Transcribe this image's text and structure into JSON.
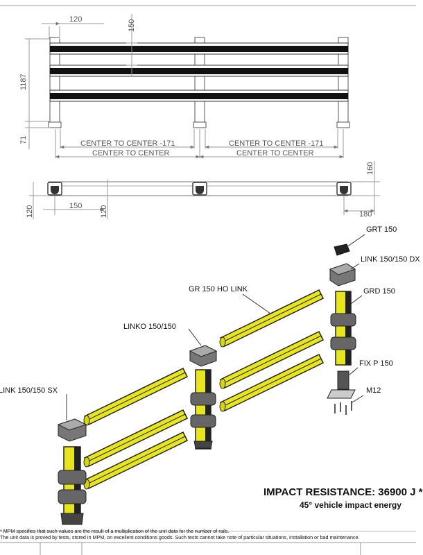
{
  "dimensions": {
    "end_offset": "120",
    "rail_spacing": "150",
    "height": "1187",
    "base_height": "71",
    "center_minus_left": "CENTER TO CENTER -171",
    "center_left": "CENTER TO CENTER",
    "center_minus_right": "CENTER TO CENTER -171",
    "center_right": "CENTER TO CENTER",
    "plan_depth": "160",
    "plan_left": "120",
    "plan_step": "150",
    "plan_mid": "120",
    "plan_right": "180"
  },
  "parts": {
    "grt": "GRT 150",
    "link_dx": "LINK 150/150 DX",
    "grd": "GRD 150",
    "gr_link": "GR 150 HO LINK",
    "linko": "LINKO 150/150",
    "link_sx": "LINK 150/150 SX",
    "fix": "FIX P 150",
    "m12": "M12"
  },
  "impact": {
    "title": "IMPACT RESISTANCE: 36900 J *",
    "subtitle": "45° vehicle impact energy"
  },
  "footnotes": {
    "line1": "* MPM specifies that such values are the result of a multiplication of the unit data for the number of rails.",
    "line2": "The unit data is proved by tests, stored in MPM, on excellent conditions goods. Such tests cannot take note of particular situations, installation or bad maintenance."
  },
  "colors": {
    "rail_yellow": "#e7e51e",
    "rail_dark": "#1a1a1a",
    "post_grey": "#5a5a5a",
    "dim_grey": "#7a7a7a"
  }
}
